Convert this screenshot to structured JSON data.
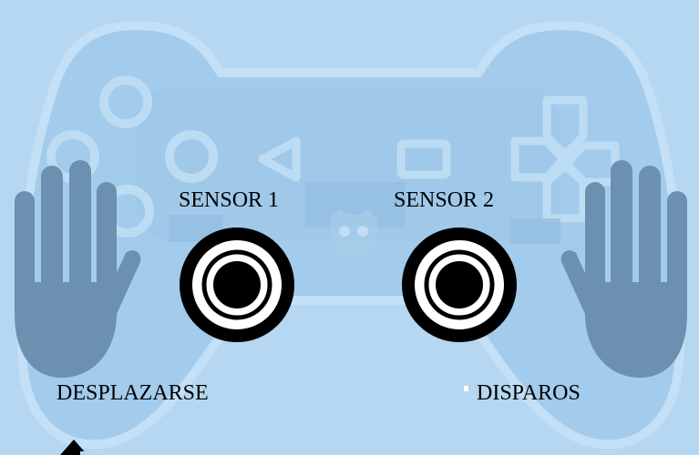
{
  "sensors": {
    "sensor_1": {
      "label": "SENSOR 1"
    },
    "sensor_2": {
      "label": "SENSOR 2"
    }
  },
  "actions": {
    "move": {
      "label": "DESPLAZARSE"
    },
    "fire": {
      "label": "DISPAROS"
    }
  },
  "colors": {
    "background": "#b5d7f1",
    "controller": "#a0c8ea",
    "controller_outline": "#c5e1f6",
    "hand": "#6a8faf",
    "sensor_ring": "#000000",
    "sensor_fill": "#ffffff"
  },
  "icons": {
    "left_hand": "hand-icon",
    "right_hand": "hand-icon",
    "background": "gamepad-icon",
    "center_logo": "godot-logo-icon",
    "pointer": "cursor-arrow-icon"
  }
}
